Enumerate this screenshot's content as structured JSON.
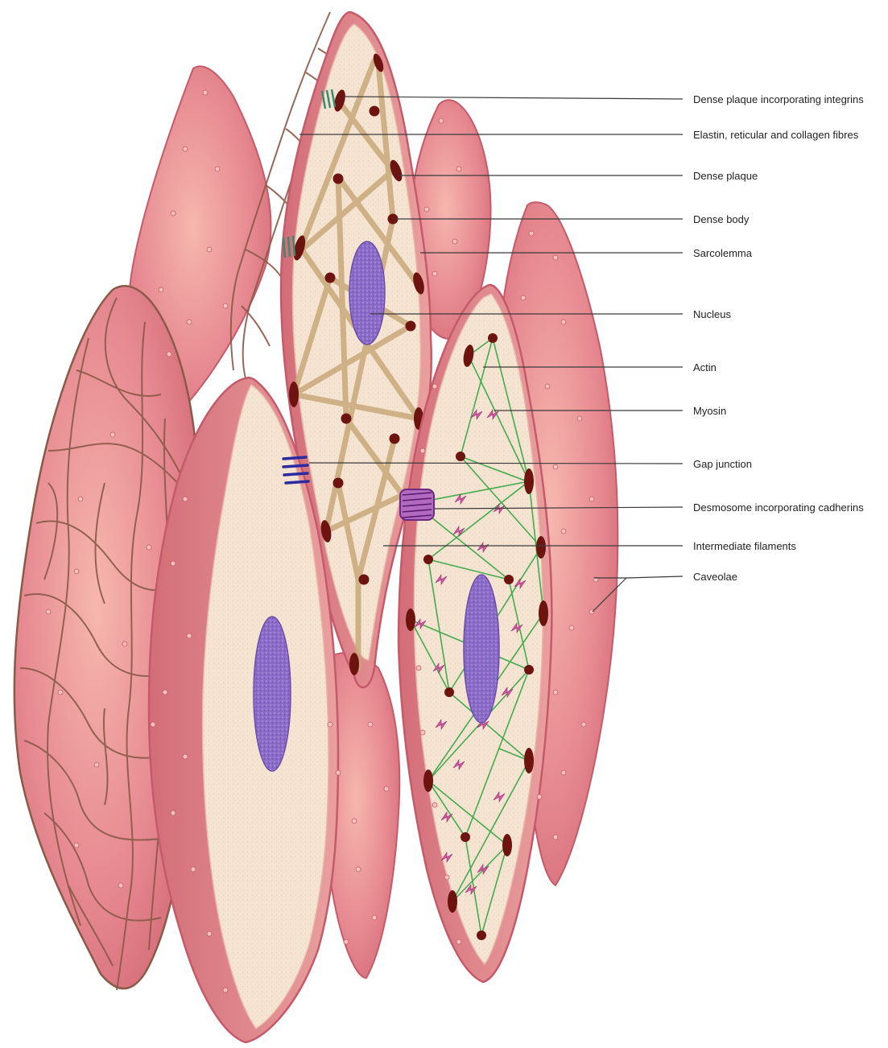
{
  "colors": {
    "cell_outer": "#c45a6a",
    "cell_fill": "#e58d93",
    "cell_highlight": "#f4b3ad",
    "cytoplasm": "#f6e4d2",
    "nucleus": "#8c6cc9",
    "dense_body": "#6e1410",
    "intermediate_filament": "#c9a97a",
    "actin": "#3aa84a",
    "myosin": "#d05aa0",
    "gap_junction": "#2c2aa0",
    "desmosome": "#8a3a9a",
    "integrin": "#3a8a70",
    "connective_fibres": "#8a5a48"
  },
  "labels": [
    {
      "id": "dense-plaque-integrins",
      "text": "Dense plaque incorporating integrins"
    },
    {
      "id": "elastin-fibres",
      "text": "Elastin, reticular and collagen fibres"
    },
    {
      "id": "dense-plaque",
      "text": "Dense plaque"
    },
    {
      "id": "dense-body",
      "text": "Dense body"
    },
    {
      "id": "sarcolemma",
      "text": "Sarcolemma"
    },
    {
      "id": "nucleus",
      "text": "Nucleus"
    },
    {
      "id": "actin",
      "text": "Actin"
    },
    {
      "id": "myosin",
      "text": "Myosin"
    },
    {
      "id": "gap-junction",
      "text": "Gap junction"
    },
    {
      "id": "desmosome-cadherins",
      "text": "Desmosome incorporating cadherins"
    },
    {
      "id": "intermediate-filaments",
      "text": "Intermediate filaments"
    },
    {
      "id": "caveolae",
      "text": "Caveolae"
    }
  ]
}
